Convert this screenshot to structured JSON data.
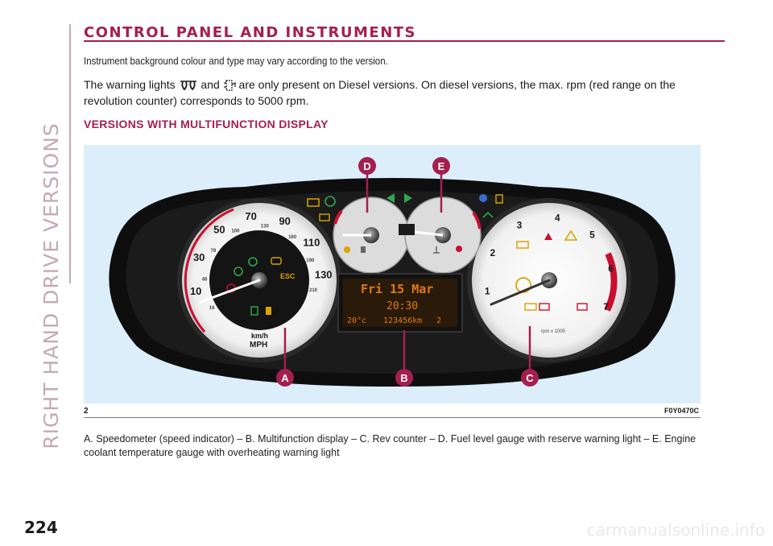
{
  "side_label": "RIGHT HAND DRIVE VERSIONS",
  "title": "CONTROL PANEL AND INSTRUMENTS",
  "subtitle": "Instrument background colour and type may vary according to the version.",
  "paragraph": {
    "part1": "The warning lights",
    "part2": " and ",
    "part3": " are only present on Diesel versions. On diesel versions, the max. rpm (red range on the revolution counter) corresponds to 5000 rpm.",
    "icon1": "glow-plug-icon",
    "icon2": "water-in-fuel-icon"
  },
  "section_heading": "VERSIONS WITH MULTIFUNCTION DISPLAY",
  "figure": {
    "number": "2",
    "code": "F0Y0470C",
    "callouts": [
      "A",
      "B",
      "C",
      "D",
      "E"
    ],
    "display": {
      "line1": "Fri 15 Mar",
      "line2": "20:30",
      "temp": "20°c",
      "odo": "123456km",
      "gear": "2"
    },
    "speedo": {
      "outer_ticks": [
        "10",
        "30",
        "50",
        "70",
        "90",
        "110",
        "130"
      ],
      "inner_ticks": [
        "16",
        "48",
        "79",
        "100",
        "130",
        "160",
        "190",
        "210"
      ],
      "units_top": "km/h",
      "units_bottom": "MPH"
    },
    "tacho": {
      "ticks": [
        "1",
        "2",
        "3",
        "4",
        "5",
        "6",
        "7"
      ],
      "label": "rpm x 1000"
    },
    "colors": {
      "accent": "#a51f4e",
      "panel": "#dceefa"
    }
  },
  "caption": "A. Speedometer (speed indicator) – B. Multifunction display – C. Rev counter – D. Fuel level gauge with reserve warning light – E. Engine coolant temperature gauge with overheating warning light",
  "page_number": "224",
  "watermark": "carmanualsonline.info"
}
